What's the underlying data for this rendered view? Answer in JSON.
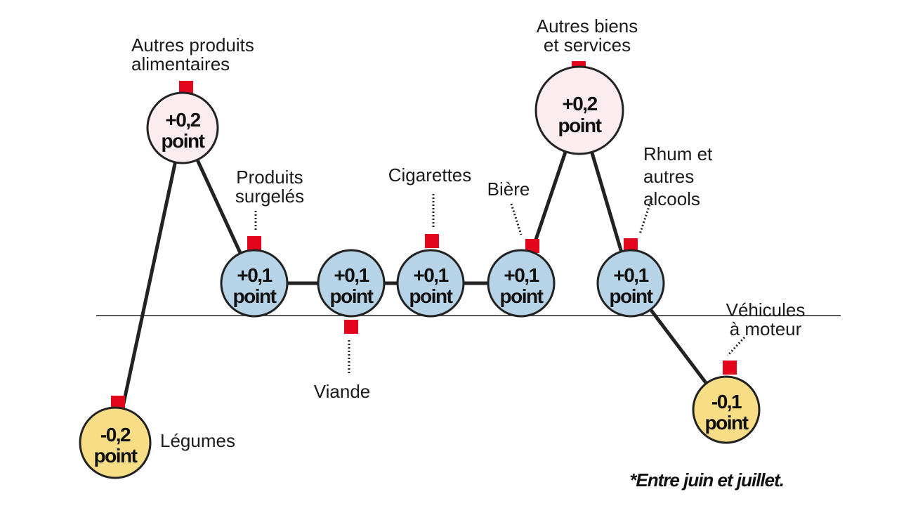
{
  "colors": {
    "positive_large": "#fbecef",
    "positive_small": "#b7d3e7",
    "negative": "#f6dd86",
    "marker": "#e3051b",
    "line": "#222222"
  },
  "nodes": [
    {
      "label_lines": [
        "Légumes"
      ],
      "value": "-0,2",
      "unit": "point",
      "color": "negative"
    },
    {
      "label_lines": [
        "Autres produits",
        "alimentaires"
      ],
      "value": "+0,2",
      "unit": "point",
      "color": "positive_large"
    },
    {
      "label_lines": [
        "Produits",
        "surgelés"
      ],
      "value": "+0,1",
      "unit": "point",
      "color": "positive_small"
    },
    {
      "label_lines": [
        "Viande"
      ],
      "value": "+0,1",
      "unit": "point",
      "color": "positive_small"
    },
    {
      "label_lines": [
        "Cigarettes"
      ],
      "value": "+0,1",
      "unit": "point",
      "color": "positive_small"
    },
    {
      "label_lines": [
        "Bière"
      ],
      "value": "+0,1",
      "unit": "point",
      "color": "positive_small"
    },
    {
      "label_lines": [
        "Autres biens",
        "et services"
      ],
      "value": "+0,2",
      "unit": "point",
      "color": "positive_large"
    },
    {
      "label_lines": [
        "Rhum et",
        "autres",
        "alcools"
      ],
      "value": "+0,1",
      "unit": "point",
      "color": "positive_small"
    },
    {
      "label_lines": [
        "Véhicules",
        "à moteur"
      ],
      "value": "-0,1",
      "unit": "point",
      "color": "negative"
    }
  ],
  "footnote": "*Entre juin et juillet."
}
